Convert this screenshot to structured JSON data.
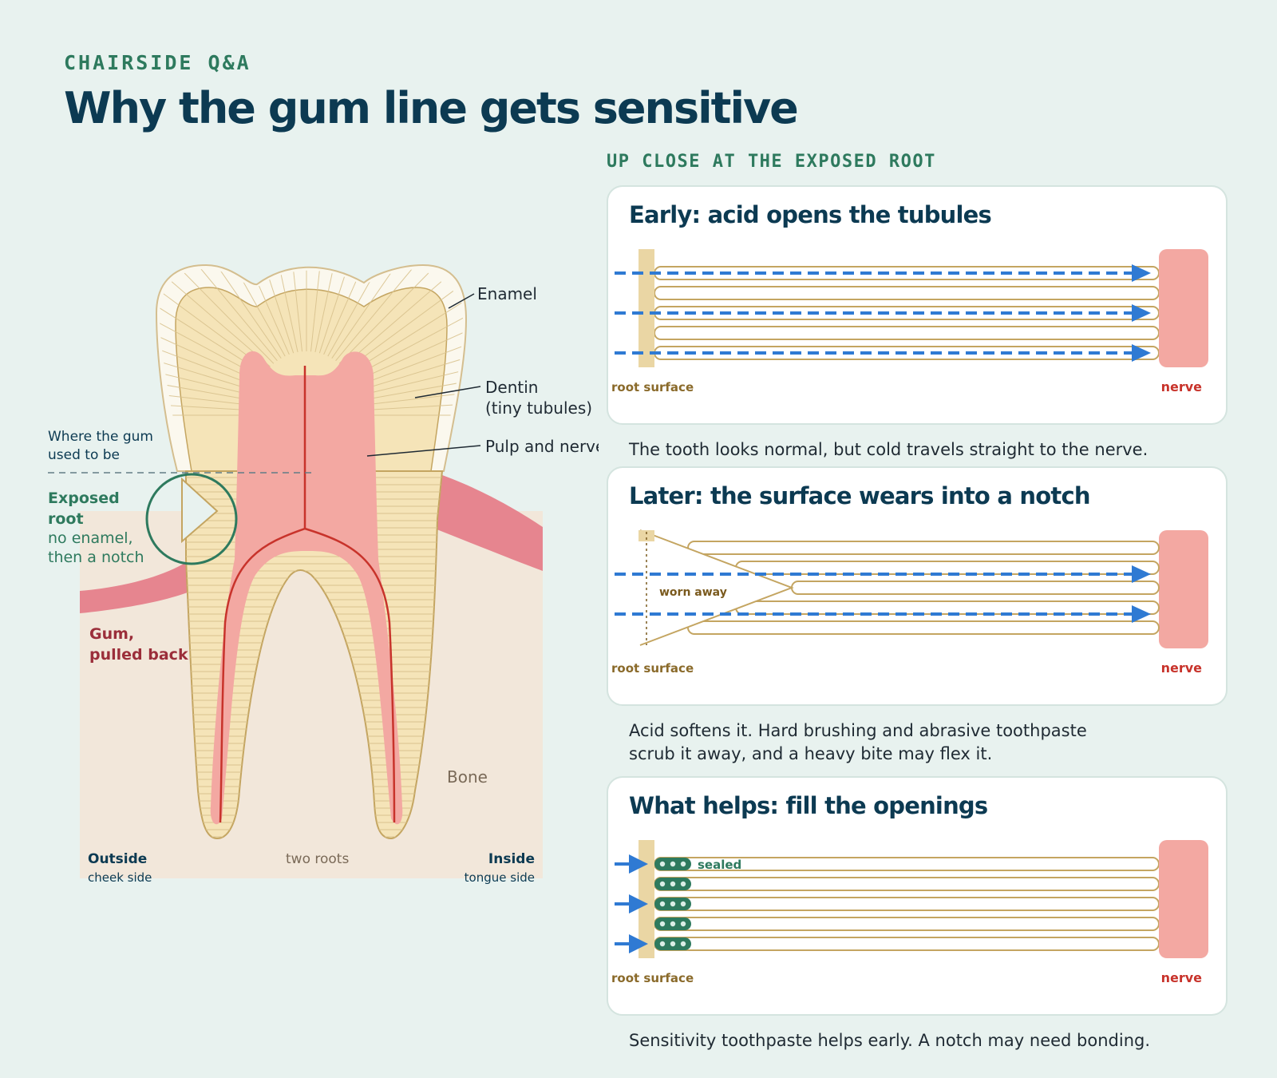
{
  "header": {
    "kicker": "CHAIRSIDE Q&A",
    "title": "Why the gum line gets sensitive"
  },
  "tooth_diagram": {
    "labels": {
      "enamel": "Enamel",
      "dentin_line1": "Dentin",
      "dentin_line2": "(tiny tubules)",
      "pulp": "Pulp and nerve",
      "gum_line1": "Where the gum",
      "gum_line2": "used to be",
      "exposed_line1": "Exposed",
      "exposed_line2": "root",
      "exposed_line3": "no enamel,",
      "exposed_line4": "then a notch",
      "gum_pulled_line1": "Gum,",
      "gum_pulled_line2": "pulled back",
      "bone": "Bone",
      "two_roots": "two roots",
      "outside": "Outside",
      "outside_sub": "cheek side",
      "inside": "Inside",
      "inside_sub": "tongue side"
    }
  },
  "closeup": {
    "section_label": "UP CLOSE AT THE EXPOSED ROOT",
    "root_surface_label": "root surface",
    "nerve_label": "nerve",
    "panels": [
      {
        "title": "Early: acid opens the tubules",
        "caption": "The tooth looks normal, but cold travels straight to the nerve."
      },
      {
        "title": "Later: the surface wears into a notch",
        "worn_label": "worn away",
        "caption_line1": "Acid softens it. Hard brushing and abrasive toothpaste",
        "caption_line2": "scrub it away, and a heavy bite may flex it."
      },
      {
        "title": "What helps: fill the openings",
        "sealed_label": "sealed",
        "caption": "Sensitivity toothpaste helps early. A notch may need bonding."
      }
    ]
  },
  "colors": {
    "navy": "#0c3a52",
    "green": "#2e7a5e",
    "dentin": "#f5e4b8",
    "dentin_stroke": "#c4a561",
    "pulp": "#f3a8a2",
    "nerve": "#c8332b",
    "gum": "#e6858f",
    "bone": "#f2e7da",
    "arrow": "#2f7ad3",
    "enamel": "#fbf8ee"
  }
}
